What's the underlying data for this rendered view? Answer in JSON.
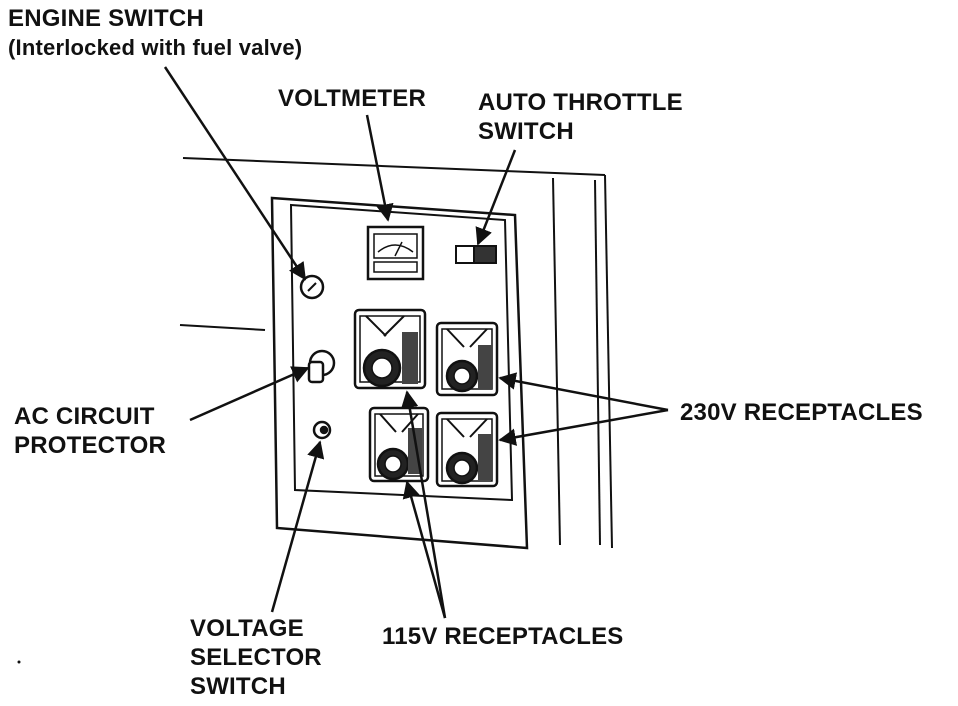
{
  "labels": {
    "engine_switch": {
      "line1": "ENGINE SWITCH",
      "line2": "(Interlocked with fuel valve)"
    },
    "voltmeter": "VOLTMETER",
    "auto_throttle": {
      "line1": "AUTO THROTTLE",
      "line2": "SWITCH"
    },
    "ac_circuit_protector": {
      "line1": "AC CIRCUIT",
      "line2": "PROTECTOR"
    },
    "receptacles_230v": "230V RECEPTACLES",
    "receptacles_115v": "115V RECEPTACLES",
    "voltage_selector": {
      "line1": "VOLTAGE",
      "line2": "SELECTOR",
      "line3": "SWITCH"
    }
  },
  "colors": {
    "ink": "#111111",
    "background": "#ffffff"
  }
}
